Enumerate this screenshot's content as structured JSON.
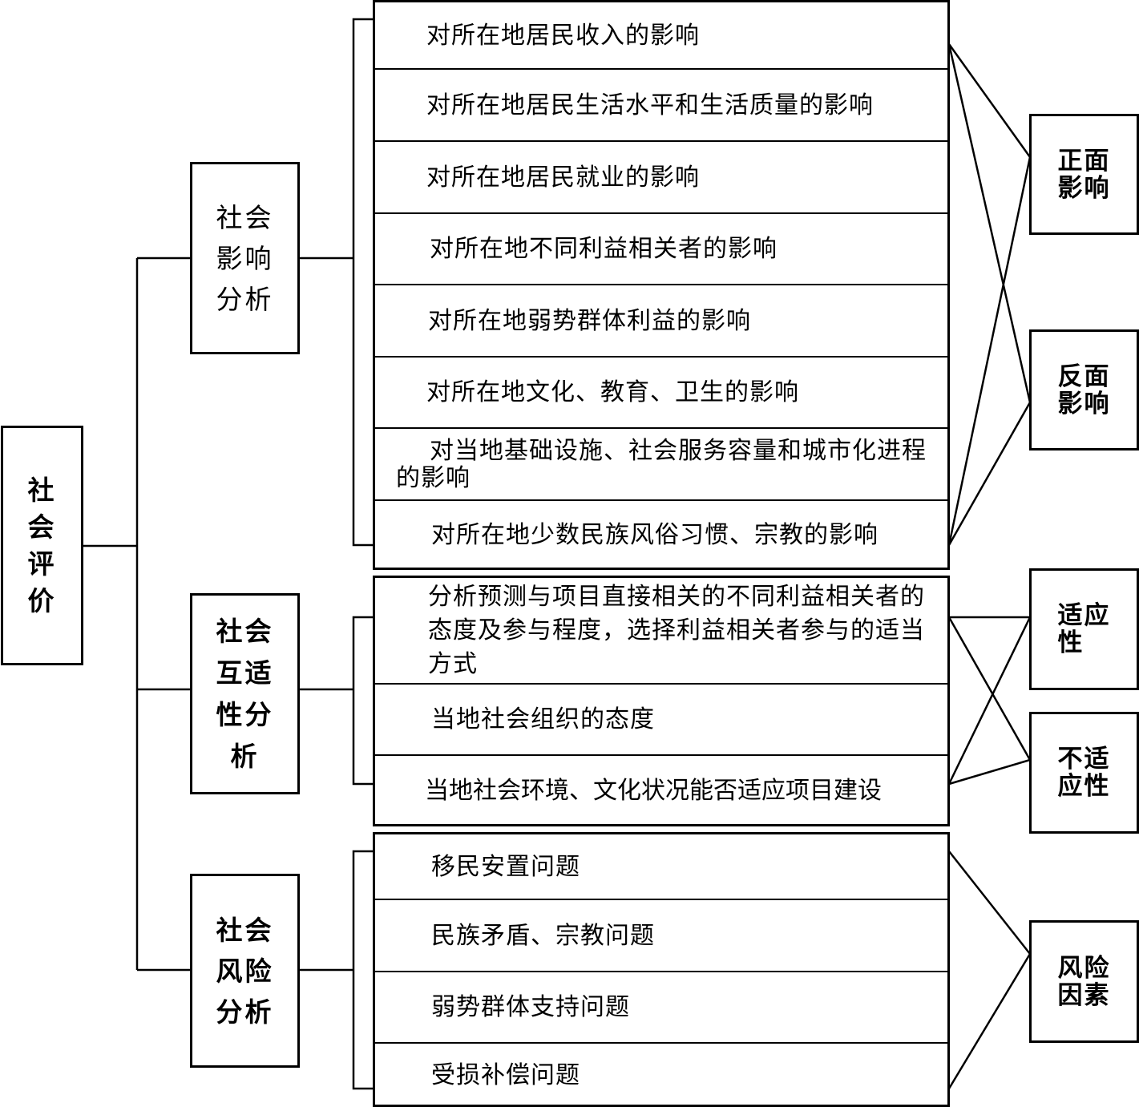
{
  "root": {
    "label": "社\n会\n评\n价"
  },
  "categories": [
    {
      "id": "impact",
      "label": "社会\n影响\n分析",
      "items": [
        "对所在地居民收入的影响",
        "对所在地居民生活水平和生活质量的影响",
        "对所在地居民就业的影响",
        "对所在地不同利益相关者的影响",
        "对所在地弱势群体利益的影响",
        "对所在地文化、教育、卫生的影响",
        "对当地基础设施、社会服务容量和城市化进程的影响",
        "对所在地少数民族风俗习惯、宗教的影响"
      ]
    },
    {
      "id": "adaptability",
      "label": "社会\n互适\n性分\n析",
      "items": [
        "分析预测与项目直接相关的不同利益相关者的态度及参与程度，选择利益相关者参与的适当方式",
        "当地社会组织的态度",
        "当地社会环境、文化状况能否适应项目建设"
      ]
    },
    {
      "id": "risk",
      "label": "社会\n风险\n分析",
      "items": [
        "移民安置问题",
        "民族矛盾、宗教问题",
        "弱势群体支持问题",
        "受损补偿问题"
      ]
    }
  ],
  "results": [
    {
      "id": "positive",
      "label": "正面\n影响"
    },
    {
      "id": "negative",
      "label": "反面\n影响"
    },
    {
      "id": "adaptive",
      "label": "适应\n性"
    },
    {
      "id": "non-adaptive",
      "label": "不适\n应性"
    },
    {
      "id": "risk-factors",
      "label": "风险\n因素"
    }
  ]
}
